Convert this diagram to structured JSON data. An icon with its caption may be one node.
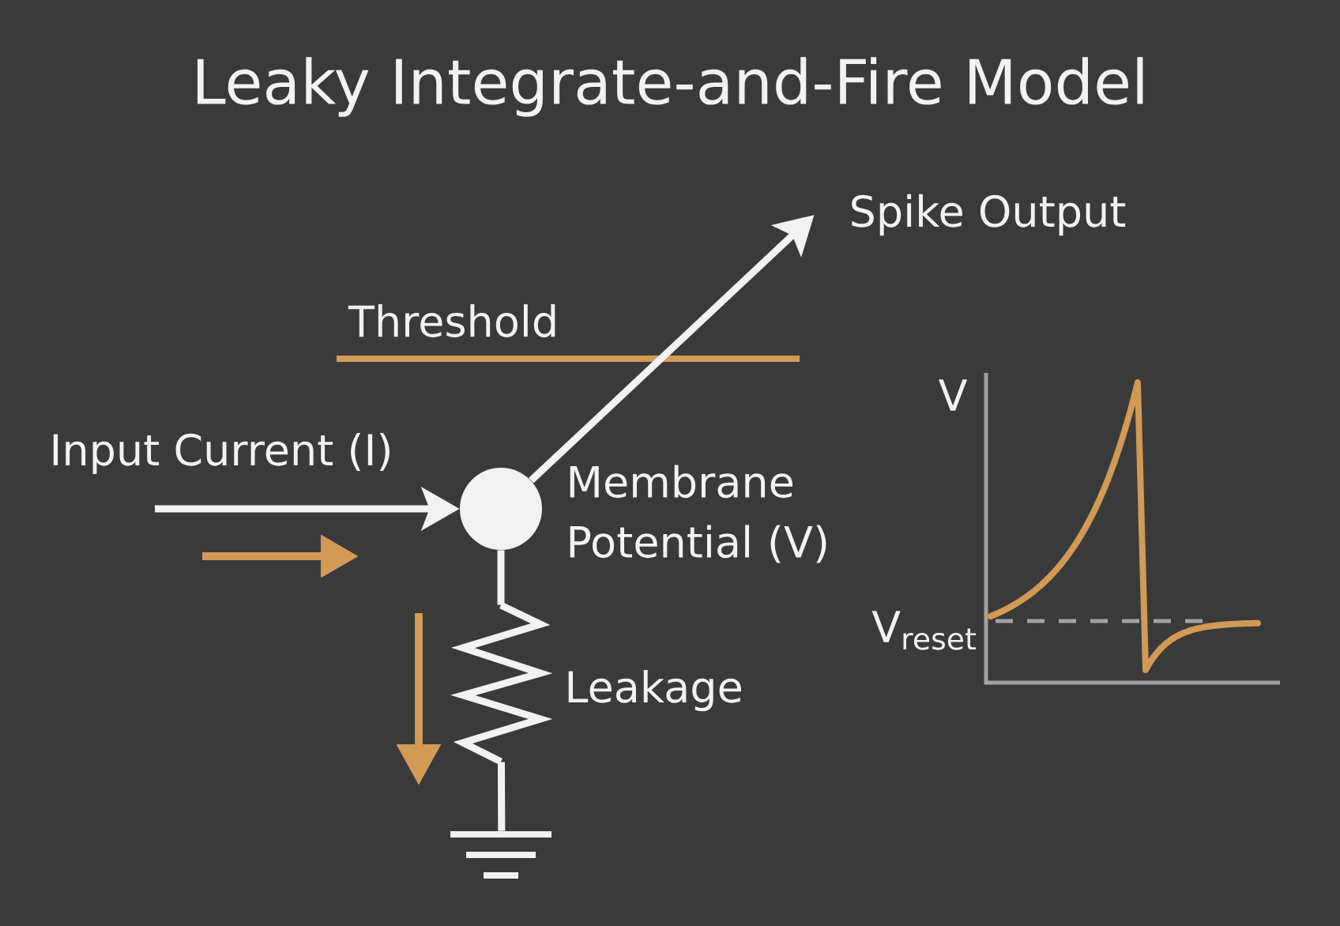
{
  "diagram": {
    "title": "Leaky Integrate-and-Fire Model",
    "nodes": [
      {
        "text": [
          "Spike Output"
        ]
      },
      {
        "text": [],
        "shape": "circle",
        "beside": [
          "Membrane Potential (V)"
        ]
      },
      {
        "text": [],
        "shape": "resistor",
        "beside": [
          "Leakage"
        ]
      },
      {
        "text": [],
        "shape": "ground"
      }
    ],
    "edges": [
      {
        "from": 1,
        "to": 0,
        "arrow": "to"
      },
      {
        "from": null,
        "to": 1,
        "arrow": "to",
        "label": "Input Current (I)"
      },
      {
        "from": 1,
        "to": 2,
        "arrow": "none"
      },
      {
        "from": 2,
        "to": 3,
        "arrow": "none"
      }
    ],
    "labels": [
      "Threshold",
      "V",
      "V$_{reset}$"
    ]
  }
}
